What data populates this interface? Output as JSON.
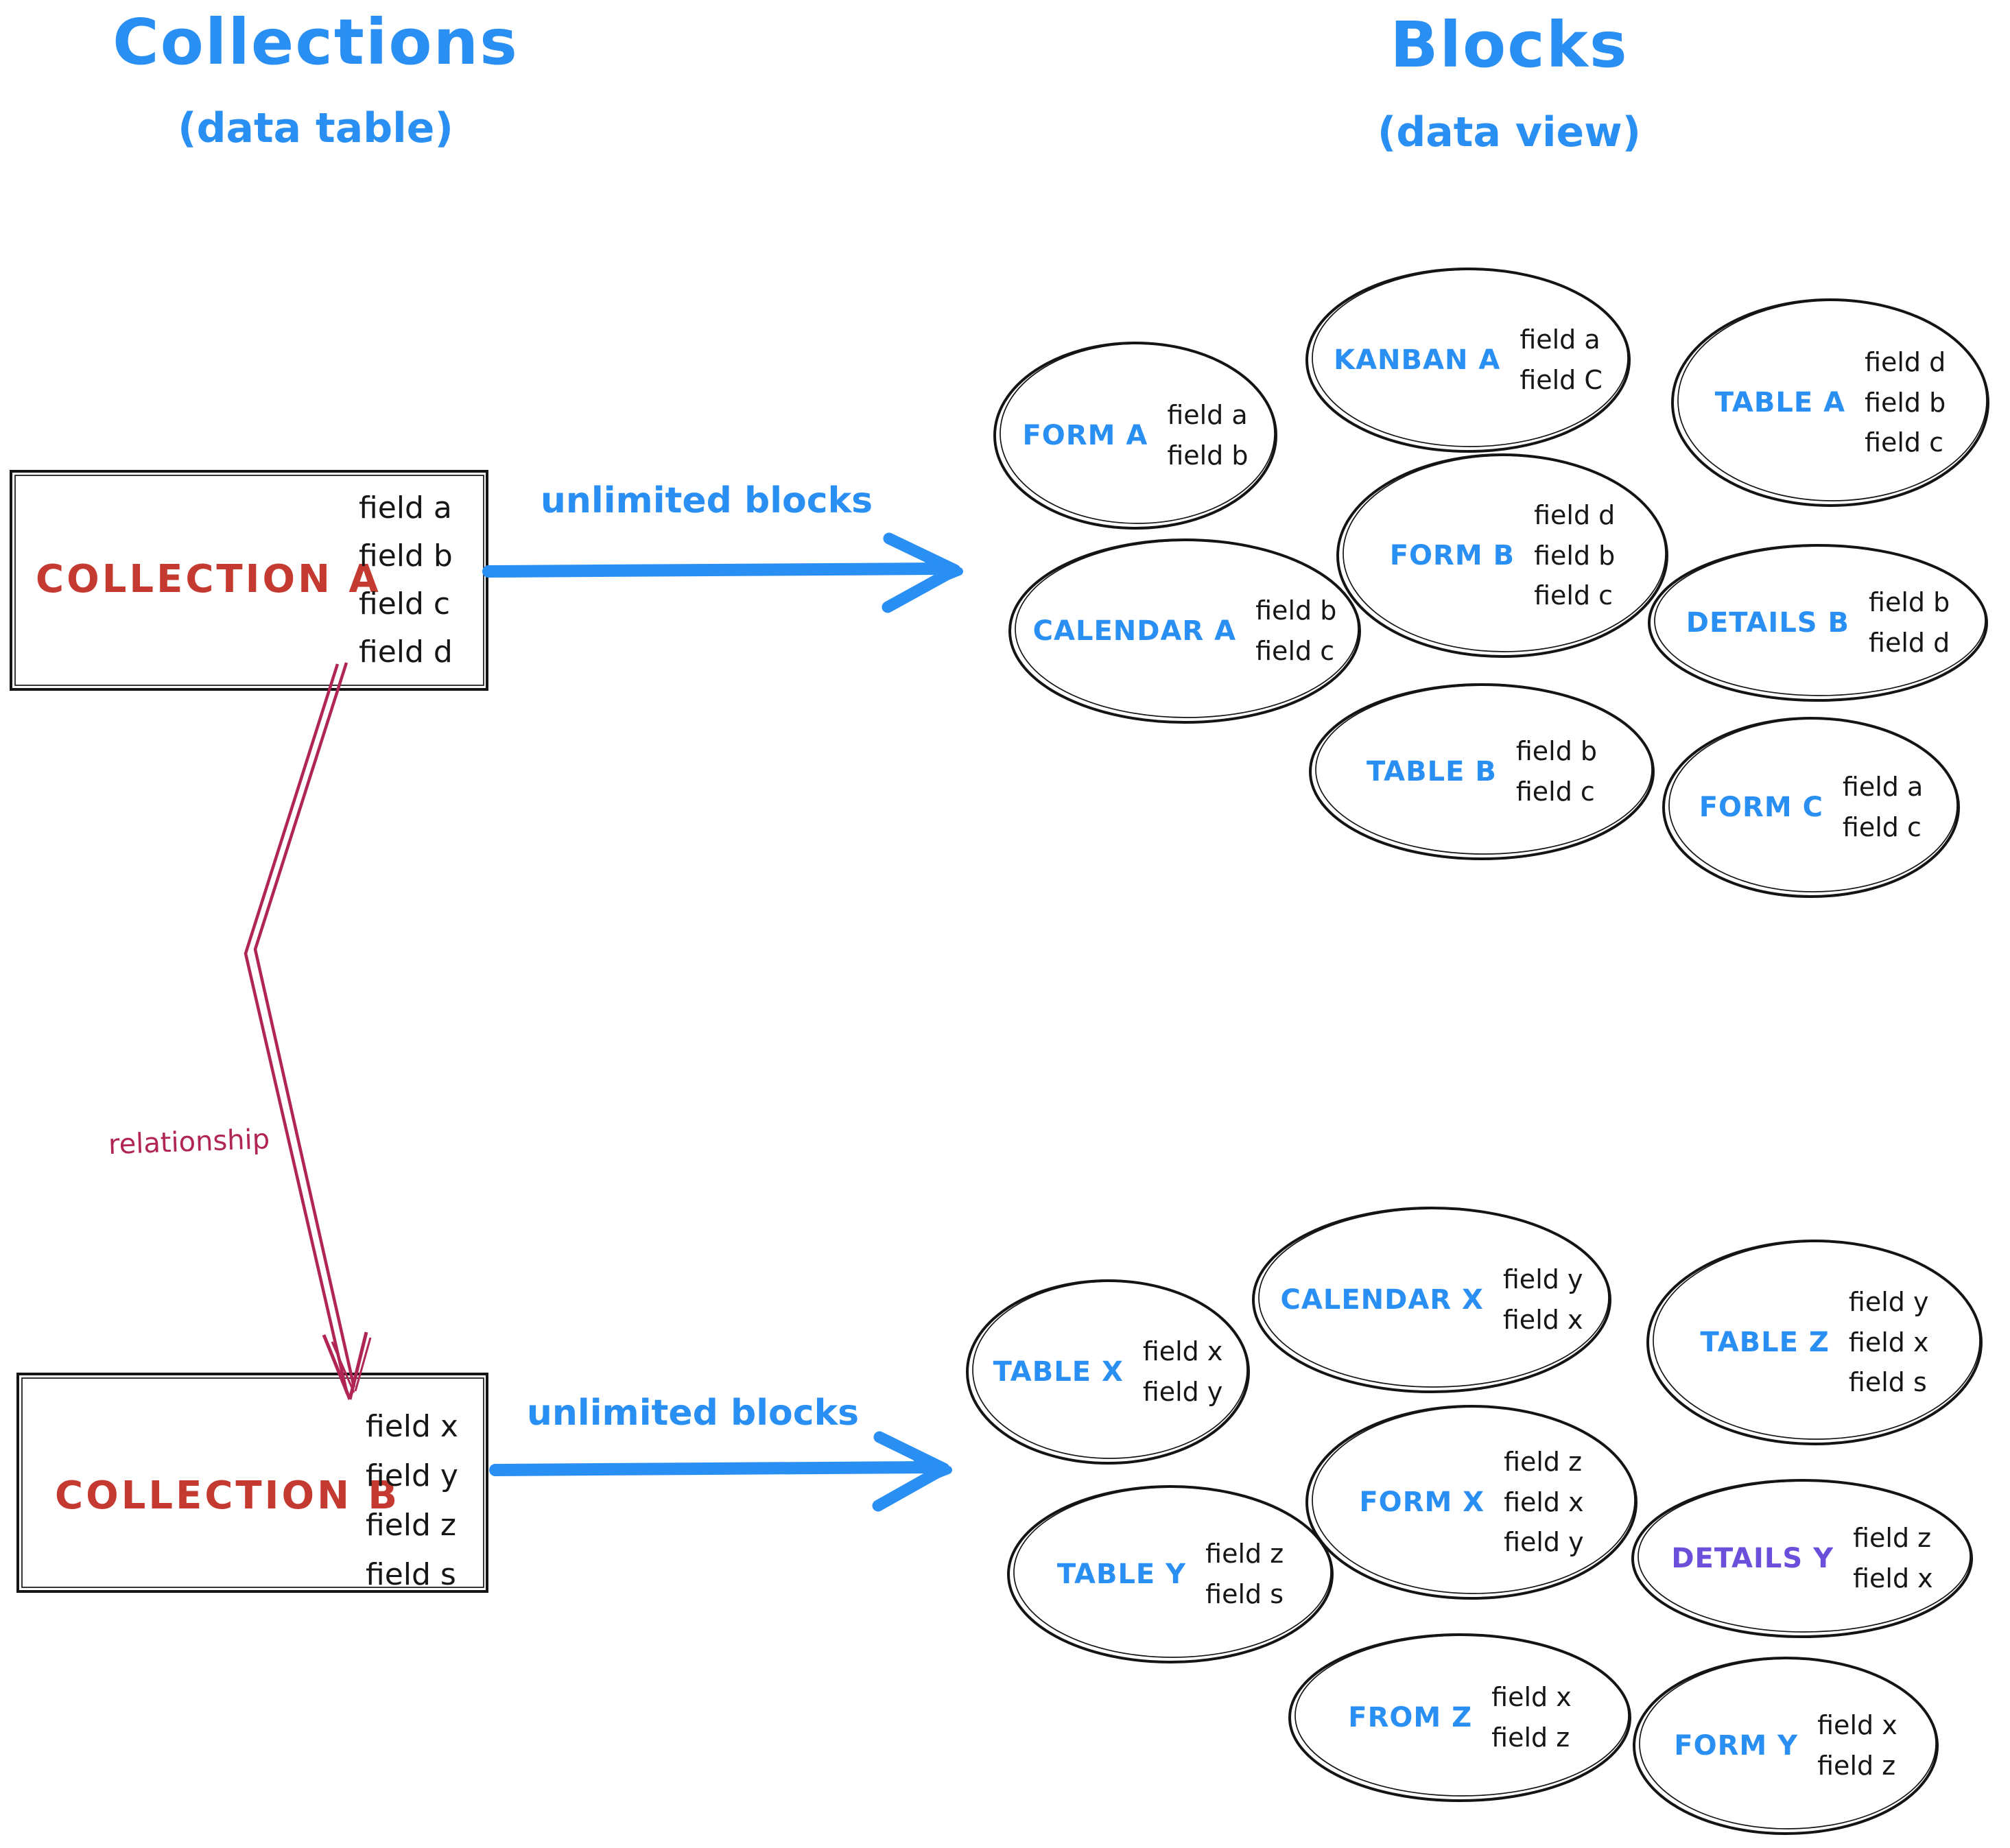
{
  "titles": {
    "left": {
      "title": "Collections",
      "subtitle": "(data table)"
    },
    "right": {
      "title": "Blocks",
      "subtitle": "(data view)"
    }
  },
  "collections": [
    {
      "name": "COLLECTION A",
      "fields": [
        "field a",
        "field b",
        "field c",
        "field d"
      ]
    },
    {
      "name": "COLLECTION B",
      "fields": [
        "field x",
        "field y",
        "field z",
        "field s"
      ]
    }
  ],
  "arrows": {
    "top_label": "unlimited blocks",
    "bottom_label": "unlimited blocks",
    "relationship_label": "relationship"
  },
  "blocks_a": [
    {
      "label": "FORM A",
      "fields": [
        "field a",
        "field b"
      ]
    },
    {
      "label": "KANBAN A",
      "fields": [
        "field a",
        "field C"
      ]
    },
    {
      "label": "TABLE A",
      "fields": [
        "field d",
        "field b",
        "field c"
      ]
    },
    {
      "label": "CALENDAR A",
      "fields": [
        "field b",
        "field c"
      ]
    },
    {
      "label": "FORM B",
      "fields": [
        "field d",
        "field b",
        "field c"
      ]
    },
    {
      "label": "DETAILS B",
      "fields": [
        "field b",
        "field d"
      ]
    },
    {
      "label": "TABLE B",
      "fields": [
        "field b",
        "field c"
      ]
    },
    {
      "label": "FORM C",
      "fields": [
        "field a",
        "field c"
      ]
    }
  ],
  "blocks_b": [
    {
      "label": "TABLE X",
      "fields": [
        "field x",
        "field y"
      ]
    },
    {
      "label": "CALENDAR X",
      "fields": [
        "field y",
        "field x"
      ]
    },
    {
      "label": "TABLE Z",
      "fields": [
        "field y",
        "field x",
        "field s"
      ]
    },
    {
      "label": "FORM X",
      "fields": [
        "field z",
        "field x",
        "field y"
      ]
    },
    {
      "label": "TABLE Y",
      "fields": [
        "field z",
        "field s"
      ]
    },
    {
      "label": "DETAILS Y",
      "fields": [
        "field z",
        "field x"
      ]
    },
    {
      "label": "FROM Z",
      "fields": [
        "field x",
        "field z"
      ]
    },
    {
      "label": "FORM Y",
      "fields": [
        "field x",
        "field z"
      ]
    }
  ],
  "colors": {
    "accent_blue": "#2a8ff2",
    "collection_red": "#c43a31",
    "relationship_crimson": "#b02552",
    "details_purple": "#6b4ed9",
    "ink": "#161616"
  }
}
